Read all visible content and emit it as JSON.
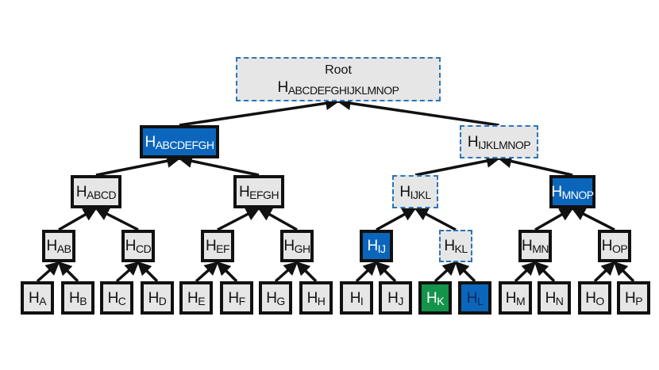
{
  "diagram": {
    "type": "merkle-tree",
    "colors": {
      "node_fill": "#e6e6e6",
      "node_border": "#111111",
      "proof_fill": "#0b66bb",
      "target_fill": "#13944a",
      "path_dash": "#2b74b8",
      "edge": "#111111"
    },
    "nodes": [
      {
        "id": "root",
        "title": "Root",
        "prefix": "H",
        "sub": "ABCDEFGHIJKLMNOP",
        "style": "dashed",
        "level": 0,
        "parent": null
      },
      {
        "id": "ABCDEFGH",
        "prefix": "H",
        "sub": "ABCDEFGH",
        "style": "blue",
        "level": 1,
        "parent": "root"
      },
      {
        "id": "IJKLMNOP",
        "prefix": "H",
        "sub": "IJKLMNOP",
        "style": "dashed",
        "level": 1,
        "parent": "root"
      },
      {
        "id": "ABCD",
        "prefix": "H",
        "sub": "ABCD",
        "style": "plain",
        "level": 2,
        "parent": "ABCDEFGH"
      },
      {
        "id": "EFGH",
        "prefix": "H",
        "sub": "EFGH",
        "style": "plain",
        "level": 2,
        "parent": "ABCDEFGH"
      },
      {
        "id": "IJKL",
        "prefix": "H",
        "sub": "IJKL",
        "style": "dashed",
        "level": 2,
        "parent": "IJKLMNOP"
      },
      {
        "id": "MNOP",
        "prefix": "H",
        "sub": "MNOP",
        "style": "blue",
        "level": 2,
        "parent": "IJKLMNOP"
      },
      {
        "id": "AB",
        "prefix": "H",
        "sub": "AB",
        "style": "plain",
        "level": 3,
        "parent": "ABCD"
      },
      {
        "id": "CD",
        "prefix": "H",
        "sub": "CD",
        "style": "plain",
        "level": 3,
        "parent": "ABCD"
      },
      {
        "id": "EF",
        "prefix": "H",
        "sub": "EF",
        "style": "plain",
        "level": 3,
        "parent": "EFGH"
      },
      {
        "id": "GH",
        "prefix": "H",
        "sub": "GH",
        "style": "plain",
        "level": 3,
        "parent": "EFGH"
      },
      {
        "id": "IJ",
        "prefix": "H",
        "sub": "IJ",
        "style": "blue",
        "level": 3,
        "parent": "IJKL"
      },
      {
        "id": "KL",
        "prefix": "H",
        "sub": "KL",
        "style": "dashed",
        "level": 3,
        "parent": "IJKL"
      },
      {
        "id": "MN",
        "prefix": "H",
        "sub": "MN",
        "style": "plain",
        "level": 3,
        "parent": "MNOP"
      },
      {
        "id": "OP",
        "prefix": "H",
        "sub": "OP",
        "style": "plain",
        "level": 3,
        "parent": "MNOP"
      },
      {
        "id": "A",
        "prefix": "H",
        "sub": "A",
        "style": "plain",
        "level": 4,
        "parent": "AB"
      },
      {
        "id": "B",
        "prefix": "H",
        "sub": "B",
        "style": "plain",
        "level": 4,
        "parent": "AB"
      },
      {
        "id": "C",
        "prefix": "H",
        "sub": "C",
        "style": "plain",
        "level": 4,
        "parent": "CD"
      },
      {
        "id": "D",
        "prefix": "H",
        "sub": "D",
        "style": "plain",
        "level": 4,
        "parent": "CD"
      },
      {
        "id": "E",
        "prefix": "H",
        "sub": "E",
        "style": "plain",
        "level": 4,
        "parent": "EF"
      },
      {
        "id": "F",
        "prefix": "H",
        "sub": "F",
        "style": "plain",
        "level": 4,
        "parent": "EF"
      },
      {
        "id": "G",
        "prefix": "H",
        "sub": "G",
        "style": "plain",
        "level": 4,
        "parent": "GH"
      },
      {
        "id": "H",
        "prefix": "H",
        "sub": "H",
        "style": "plain",
        "level": 4,
        "parent": "GH"
      },
      {
        "id": "I",
        "prefix": "H",
        "sub": "I",
        "style": "plain",
        "level": 4,
        "parent": "IJ"
      },
      {
        "id": "J",
        "prefix": "H",
        "sub": "J",
        "style": "plain",
        "level": 4,
        "parent": "IJ"
      },
      {
        "id": "K",
        "prefix": "H",
        "sub": "K",
        "style": "green",
        "level": 4,
        "parent": "KL"
      },
      {
        "id": "L",
        "prefix": "H",
        "sub": "L",
        "style": "blue",
        "level": 4,
        "parent": "KL"
      },
      {
        "id": "M",
        "prefix": "H",
        "sub": "M",
        "style": "plain",
        "level": 4,
        "parent": "MN"
      },
      {
        "id": "N",
        "prefix": "H",
        "sub": "N",
        "style": "plain",
        "level": 4,
        "parent": "MN"
      },
      {
        "id": "O",
        "prefix": "H",
        "sub": "O",
        "style": "plain",
        "level": 4,
        "parent": "OP"
      },
      {
        "id": "P",
        "prefix": "H",
        "sub": "P",
        "style": "plain",
        "level": 4,
        "parent": "OP"
      }
    ]
  }
}
